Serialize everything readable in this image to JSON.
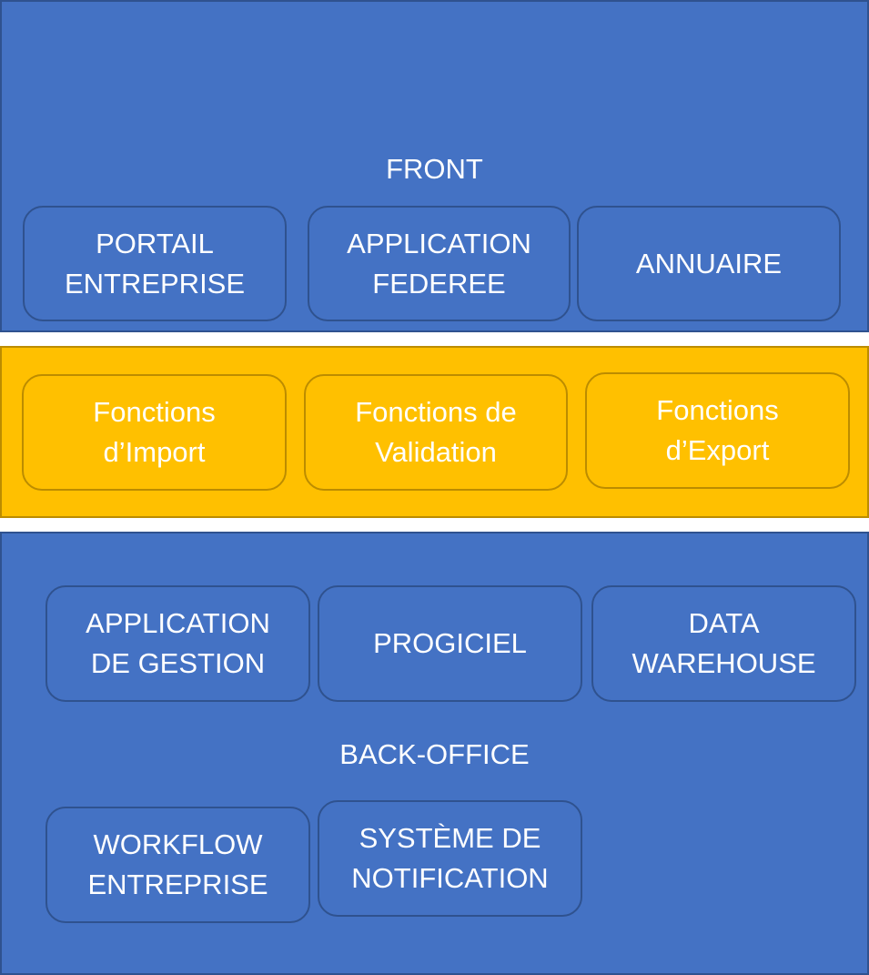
{
  "front": {
    "title": "FRONT",
    "boxes": [
      {
        "lines": [
          "PORTAIL",
          "ENTREPRISE"
        ]
      },
      {
        "lines": [
          "APPLICATION",
          "FEDEREE"
        ]
      },
      {
        "lines": [
          "ANNUAIRE"
        ]
      }
    ]
  },
  "middleware": {
    "boxes": [
      {
        "lines": [
          "Fonctions",
          "d’Import"
        ]
      },
      {
        "lines": [
          "Fonctions de",
          "Validation"
        ]
      },
      {
        "lines": [
          "Fonctions",
          "d’Export"
        ]
      }
    ]
  },
  "backoffice": {
    "title": "BACK-OFFICE",
    "boxes": [
      {
        "lines": [
          "APPLICATION",
          "DE GESTION"
        ]
      },
      {
        "lines": [
          "PROGICIEL"
        ]
      },
      {
        "lines": [
          "DATA",
          "WAREHOUSE"
        ]
      },
      {
        "lines": [
          "WORKFLOW",
          "ENTREPRISE"
        ]
      },
      {
        "lines": [
          "SYSTÈME DE",
          "NOTIFICATION"
        ]
      }
    ]
  },
  "colors": {
    "blue_fill": "#4472c4",
    "blue_border": "#2f528f",
    "yellow_fill": "#ffc000",
    "yellow_border": "#bc8c00",
    "text": "#ffffff"
  }
}
